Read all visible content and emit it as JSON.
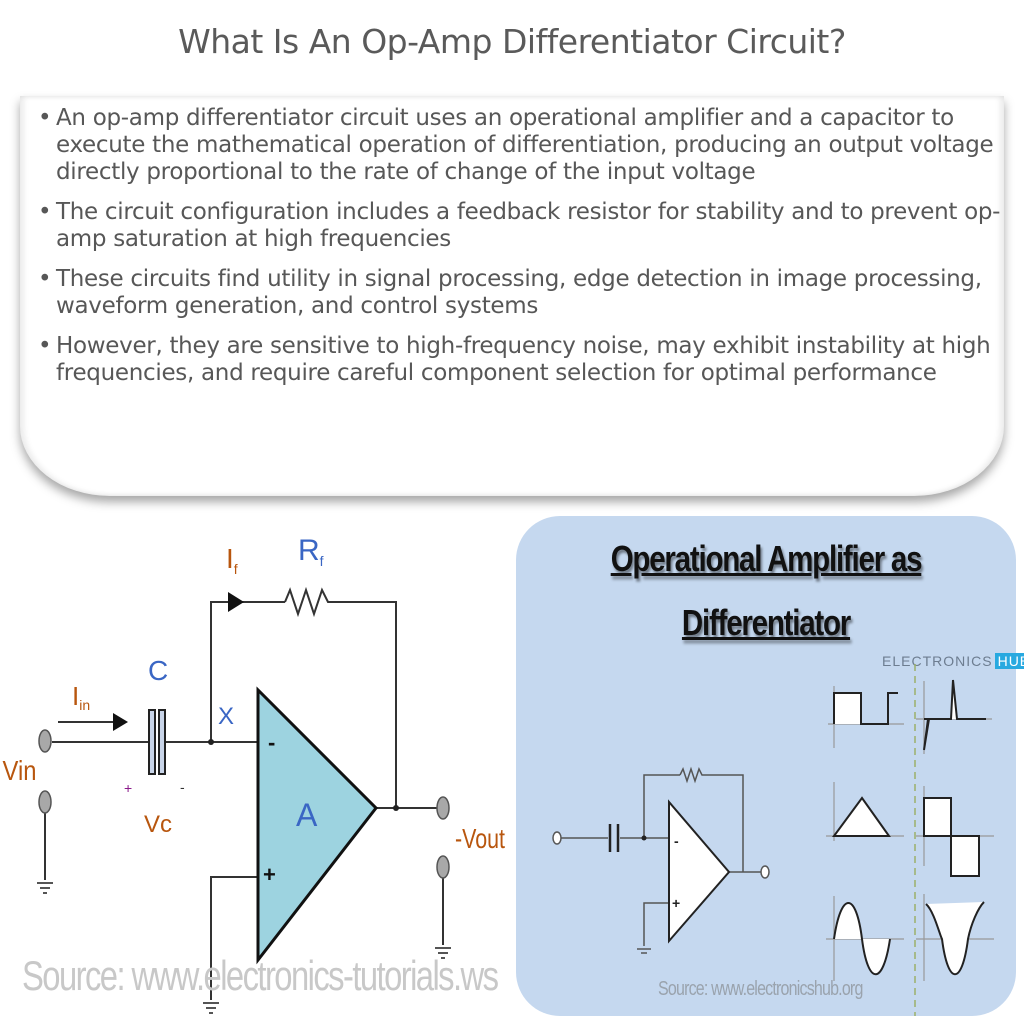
{
  "page": {
    "title": "What Is An Op-Amp Differentiator Circuit?"
  },
  "summary": {
    "bullet_char": "•",
    "bullets": [
      "An op-amp differentiator circuit uses an operational amplifier and a capacitor to execute the mathematical operation of differentiation, producing an output voltage directly proportional to the rate of change of the input voltage",
      "The circuit configuration includes a feedback resistor for stability and to prevent op-amp saturation at high frequencies",
      "These circuits find utility in signal processing, edge detection in image processing, waveform generation, and control systems",
      "However, they are sensitive to high-frequency noise, may exhibit instability at high frequencies, and require careful component selection for optimal performance"
    ]
  },
  "left_diagram": {
    "labels": {
      "feedback_current": "I",
      "feedback_current_sub": "f",
      "feedback_resistor": "R",
      "feedback_resistor_sub": "f",
      "capacitor": "C",
      "input_current": "I",
      "input_current_sub": "in",
      "node": "X",
      "input_voltage": "Vin",
      "cap_plus": "+",
      "cap_minus": "-",
      "cap_voltage": "Vc",
      "opamp_gain": "A",
      "inverting": "-",
      "non_inverting": "+",
      "output_voltage": "-Vout"
    },
    "colors": {
      "opamp_fill": "#9dd3e0",
      "label_blue": "#3a66c4",
      "label_orange": "#b8560e",
      "capacitor_plate": "#c8d4e8"
    },
    "source": "Source: www.electronics-tutorials.ws"
  },
  "right_panel": {
    "title_line1": "Operational Amplifier as",
    "title_line2": "Differentiator",
    "logo_text": "ELECTRONICS",
    "logo_badge": "HUB",
    "waveforms": [
      {
        "input": "square",
        "output": "spikes"
      },
      {
        "input": "triangle",
        "output": "square"
      },
      {
        "input": "sine",
        "output": "cosine"
      }
    ],
    "colors": {
      "background": "#c5d8ef",
      "logo_badge": "#28a9e0"
    },
    "source": "Source: www.electronicshub.org"
  }
}
